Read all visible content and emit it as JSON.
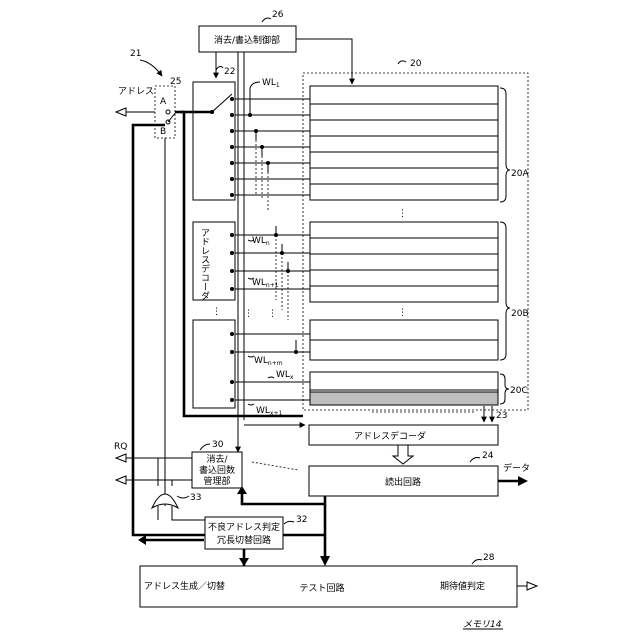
{
  "labels": {
    "erase_write_ctrl": "消去/書込制御部",
    "erase_write_mgr_1": "消去/",
    "erase_write_mgr_2": "書込回数",
    "erase_write_mgr_3": "管理部",
    "address_decoder_v": "アドレスデコーダ",
    "address_decoder_h": "アドレスデコーダ",
    "read_circuit": "読出回路",
    "defect_1": "不良アドレス判定",
    "defect_2": "冗長切替回路",
    "address_gen": "アドレス生成／切替",
    "test_circuit": "テスト回路",
    "expected_judge": "期待値判定",
    "address_in": "アドレス",
    "data_out": "データ",
    "rq": "RQ",
    "memory": "メモリ14",
    "sw_a": "A",
    "sw_b": "B",
    "block_a": "20A",
    "block_b": "20B",
    "block_c": "20C",
    "wl": "WL",
    "sub_1": "1",
    "sub_n": "n",
    "sub_n1": "n+1",
    "sub_nm": "n+m",
    "sub_x": "x",
    "sub_x1": "x+1",
    "ref_20": "20",
    "ref_21": "21",
    "ref_22": "22",
    "ref_23": "23",
    "ref_24": "24",
    "ref_25": "25",
    "ref_26": "26",
    "ref_28": "28",
    "ref_30": "30",
    "ref_32": "32",
    "ref_33": "33",
    "ellipsis": "⋮"
  },
  "colors": {
    "line": "#000000",
    "shaded_row": "#bfbfbf"
  }
}
